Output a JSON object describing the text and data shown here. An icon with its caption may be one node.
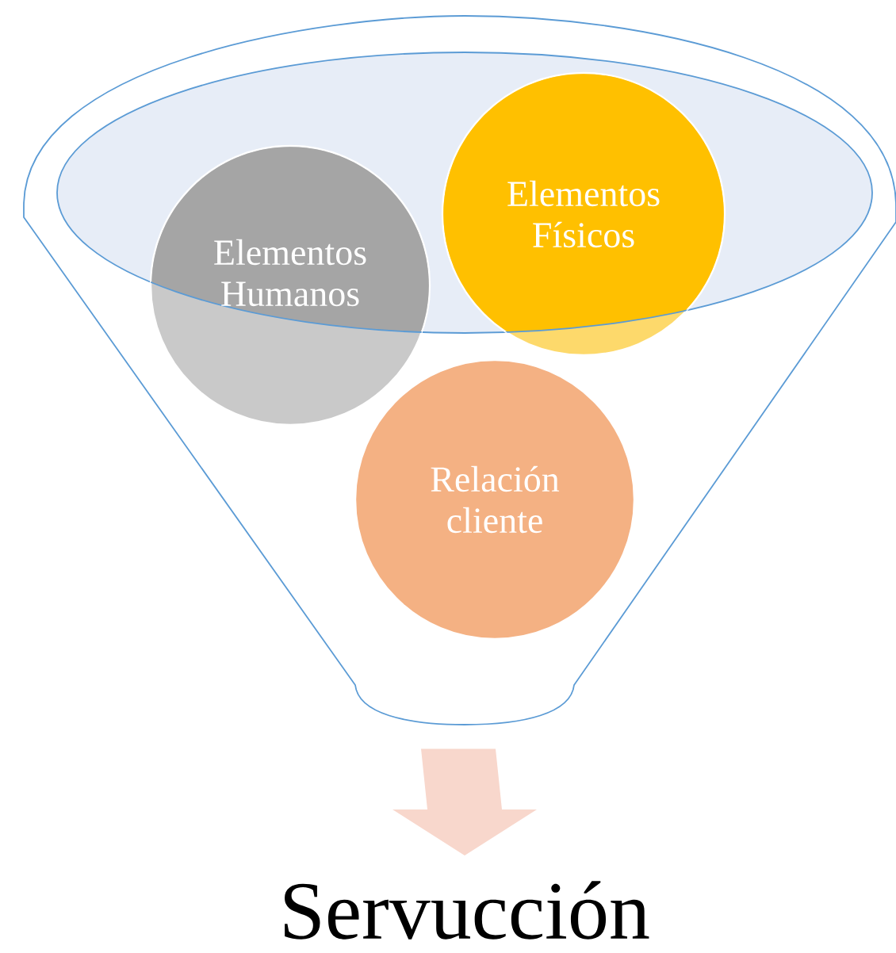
{
  "diagram": {
    "nodes": [
      {
        "text": [],
        "shape": "funnel"
      },
      {
        "text": [
          "Elementos Humanos"
        ],
        "in": 0
      },
      {
        "text": [
          "Elementos Físicos"
        ],
        "in": 0
      },
      {
        "text": [
          "Relación cliente"
        ],
        "in": 0
      },
      {
        "text": [
          "Servucción"
        ]
      }
    ],
    "edges": [
      {
        "from": 0,
        "to": 4,
        "arrow": "to"
      }
    ]
  }
}
